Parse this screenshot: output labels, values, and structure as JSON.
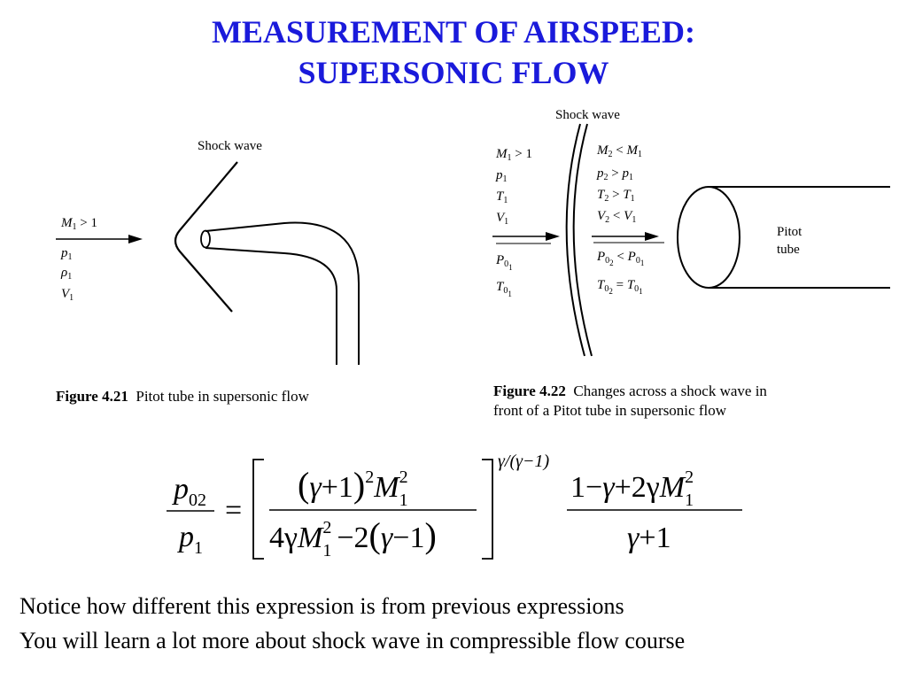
{
  "slide": {
    "title_line1": "MEASUREMENT OF AIRSPEED:",
    "title_line2": "SUPERSONIC FLOW"
  },
  "figure_421": {
    "shock_label": "Shock wave",
    "upstream": {
      "M": "M",
      "M_sub": "1",
      "M_rel": " > 1",
      "p": "p",
      "p_sub": "1",
      "rho": "ρ",
      "rho_sub": "1",
      "V": "V",
      "V_sub": "1"
    },
    "caption_number": "Figure 4.21",
    "caption_text": "Pitot tube in supersonic flow"
  },
  "figure_422": {
    "shock_label": "Shock wave",
    "left": {
      "M": "M",
      "M_sub": "1",
      "M_rel": " > 1",
      "p": "p",
      "p_sub": "1",
      "T": "T",
      "T_sub": "1",
      "V": "V",
      "V_sub": "1",
      "P0": "P",
      "P0_sub": "0",
      "P0_subsub": "1",
      "T0": "T",
      "T0_sub": "0",
      "T0_subsub": "1"
    },
    "right": {
      "l1a": "M",
      "l1a_sub": "2",
      "l1_rel": " < ",
      "l1b": "M",
      "l1b_sub": "1",
      "l2a": "p",
      "l2a_sub": "2",
      "l2_rel": " > ",
      "l2b": "p",
      "l2b_sub": "1",
      "l3a": "T",
      "l3a_sub": "2",
      "l3_rel": " > ",
      "l3b": "T",
      "l3b_sub": "1",
      "l4a": "V",
      "l4a_sub": "2",
      "l4_rel": " < ",
      "l4b": "V",
      "l4b_sub": "1",
      "l5a": "P",
      "l5a_sub": "0",
      "l5a_subsub": "2",
      "l5_rel": " < ",
      "l5b": "P",
      "l5b_sub": "0",
      "l5b_subsub": "1",
      "l6a": "T",
      "l6a_sub": "0",
      "l6a_subsub": "2",
      "l6_rel": " = ",
      "l6b": "T",
      "l6b_sub": "0",
      "l6b_subsub": "1"
    },
    "pitot_label_1": "Pitot",
    "pitot_label_2": "tube",
    "caption_number": "Figure 4.22",
    "caption_text_1": "Changes across a shock wave in",
    "caption_text_2": "front of a Pitot tube in supersonic flow"
  },
  "equation": {
    "lhs_num": "p",
    "lhs_num_sub": "02",
    "lhs_den": "p",
    "lhs_den_sub": "1",
    "equals": "=",
    "inner_num_lparen": "(",
    "inner_num_gamma": "γ",
    "inner_num_plus1": "+1",
    "inner_num_rparen": ")",
    "inner_num_sq": "2",
    "inner_num_M": "M",
    "inner_num_M_sup": "2",
    "inner_num_M_sub": "1",
    "inner_den_4g": "4γ",
    "inner_den_M": "M",
    "inner_den_M_sup": "2",
    "inner_den_M_sub": "1",
    "inner_den_minus2": "−2",
    "inner_den_lparen": "(",
    "inner_den_gamma": "γ",
    "inner_den_minus1": "−1",
    "inner_den_rparen": ")",
    "exponent": "γ/(γ−1)",
    "right_num_1": "1−",
    "right_num_g": "γ",
    "right_num_plus2g": "+2γ",
    "right_num_M": "M",
    "right_num_M_sup": "2",
    "right_num_M_sub": "1",
    "right_den_g": "γ",
    "right_den_plus1": "+1"
  },
  "notes": [
    "Notice how different this expression is from previous expressions",
    "You will learn a lot more about shock wave in compressible flow course"
  ]
}
